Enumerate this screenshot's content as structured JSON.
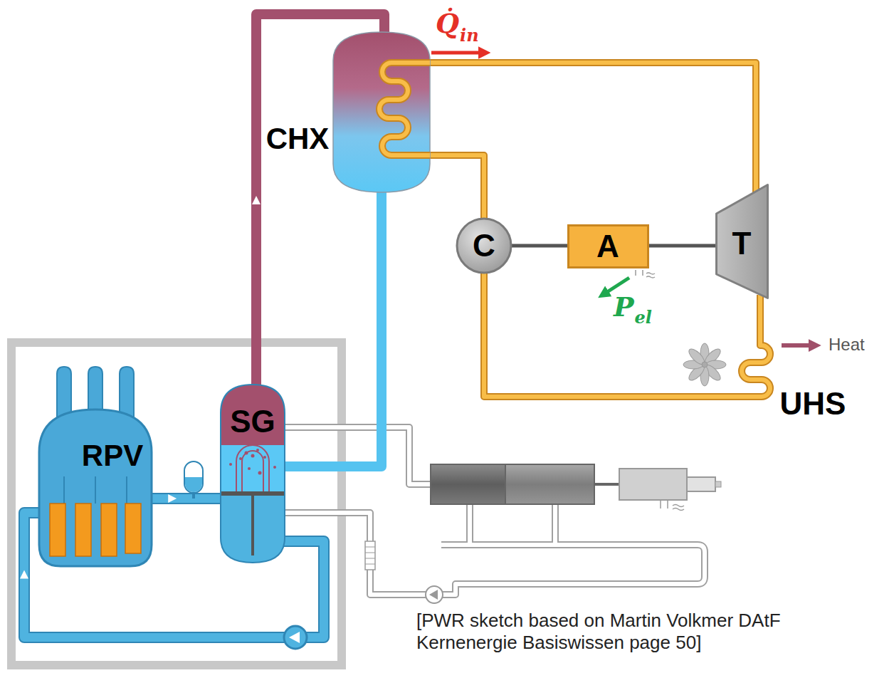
{
  "diagram": {
    "caption": "[PWR sketch based on Martin Volkmer DAtF Kernenergie Basiswissen page 50]",
    "nodes": [
      {
        "text": [
          "CHX"
        ]
      },
      {
        "text": [
          "C"
        ]
      },
      {
        "text": [
          "A"
        ]
      },
      {
        "text": [
          "T"
        ]
      },
      {
        "text": [
          "UHS"
        ]
      },
      {
        "text": [
          "SG"
        ]
      },
      {
        "text": [
          "RPV"
        ]
      }
    ],
    "edges": [
      {
        "from": 5,
        "to": 0,
        "arrow": "to"
      },
      {
        "from": 0,
        "to": 5,
        "arrow": "none"
      },
      {
        "from": 0,
        "to": 3,
        "arrow": "none"
      },
      {
        "from": 3,
        "to": 4,
        "arrow": "none"
      },
      {
        "from": 4,
        "to": 1,
        "arrow": "none"
      },
      {
        "from": 1,
        "to": 0,
        "arrow": "none"
      },
      {
        "from": 1,
        "to": 2,
        "arrow": "none"
      },
      {
        "from": 2,
        "to": 3,
        "arrow": "none"
      },
      {
        "from": 6,
        "to": 5,
        "arrow": "to"
      },
      {
        "from": 5,
        "to": 6,
        "arrow": "to"
      }
    ],
    "labels": [
      "Q̇",
      "in",
      "P",
      "el",
      "Heat"
    ]
  }
}
